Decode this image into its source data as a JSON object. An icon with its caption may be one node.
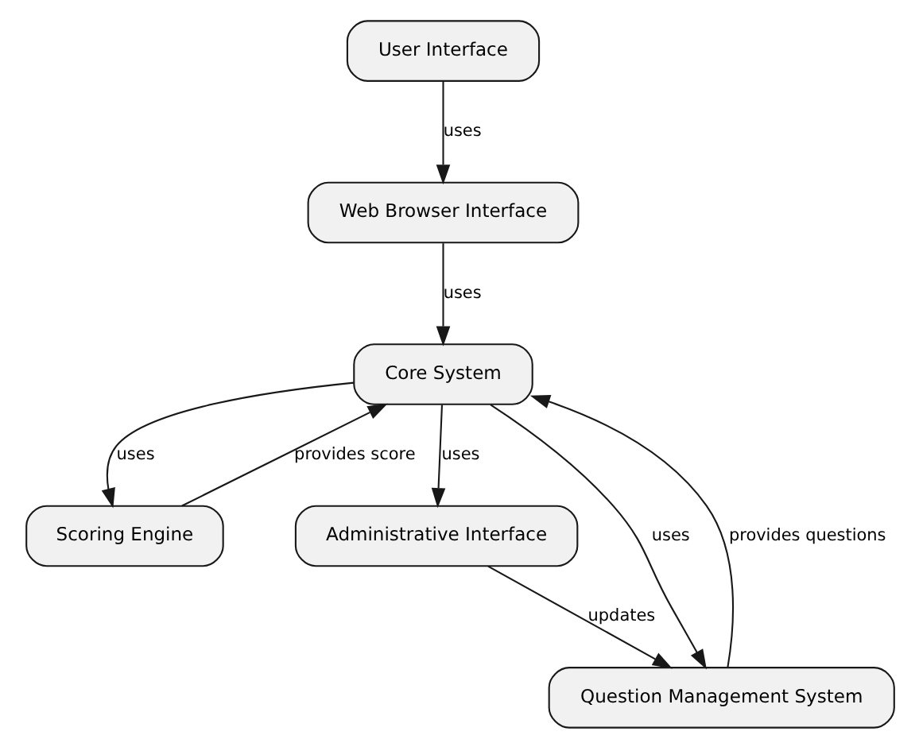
{
  "diagram": {
    "nodes": [
      {
        "text": [
          "User Interface"
        ]
      },
      {
        "text": [
          "Web Browser Interface"
        ]
      },
      {
        "text": [
          "Core System"
        ]
      },
      {
        "text": [
          "Scoring Engine"
        ]
      },
      {
        "text": [
          "Administrative Interface"
        ]
      },
      {
        "text": [
          "Question Management System"
        ]
      }
    ],
    "edges": [
      {
        "from": 0,
        "to": 1,
        "arrow": "to",
        "label": "uses"
      },
      {
        "from": 1,
        "to": 2,
        "arrow": "to",
        "label": "uses"
      },
      {
        "from": 2,
        "to": 3,
        "arrow": "to",
        "label": "uses"
      },
      {
        "from": 3,
        "to": 2,
        "arrow": "to",
        "label": "provides score"
      },
      {
        "from": 2,
        "to": 4,
        "arrow": "to",
        "label": "uses"
      },
      {
        "from": 2,
        "to": 5,
        "arrow": "to",
        "label": "uses"
      },
      {
        "from": 4,
        "to": 5,
        "arrow": "to",
        "label": "updates"
      },
      {
        "from": 5,
        "to": 2,
        "arrow": "to",
        "label": "provides questions"
      }
    ]
  }
}
